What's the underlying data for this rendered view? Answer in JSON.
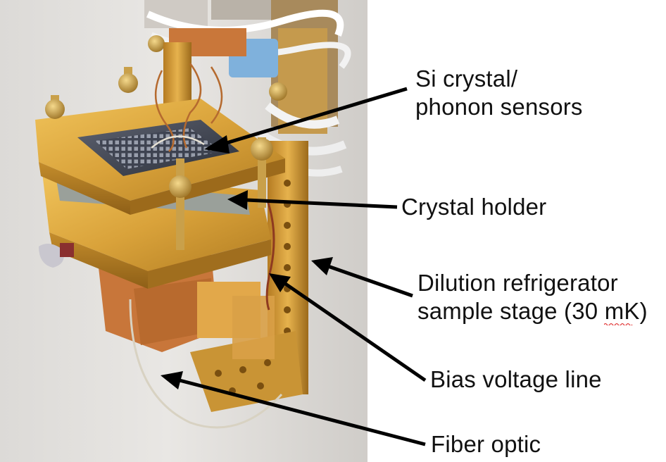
{
  "labels": {
    "si_crystal_line1": "Si crystal/",
    "si_crystal_line2": "phonon sensors",
    "crystal_holder": "Crystal holder",
    "dilution_line1": "Dilution refrigerator",
    "dilution_line2": "sample stage (30 mK)",
    "bias_voltage": "Bias voltage line",
    "fiber_optic": "Fiber optic"
  },
  "colors": {
    "label_text": "#111111",
    "arrow": "#000000",
    "gold": "#d9a63c",
    "copper": "#c8763a",
    "background": "#e8e6e3",
    "spellcheck": "#e23b3b"
  }
}
